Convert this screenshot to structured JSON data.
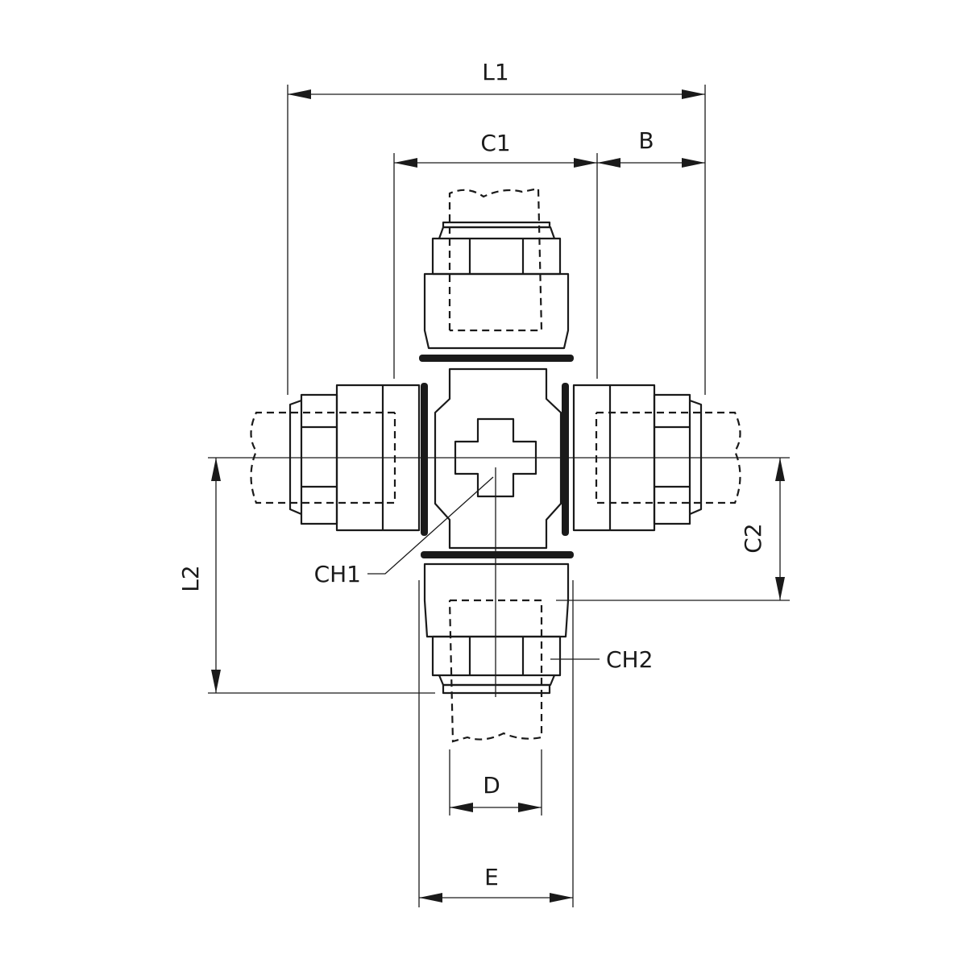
{
  "labels": {
    "L1": "L1",
    "C1": "C1",
    "B": "B",
    "C2": "C2",
    "L2": "L2",
    "CH1": "CH1",
    "CH2": "CH2",
    "D": "D",
    "E": "E"
  },
  "colors": {
    "line": "#1a1a1a",
    "background": "#ffffff"
  }
}
